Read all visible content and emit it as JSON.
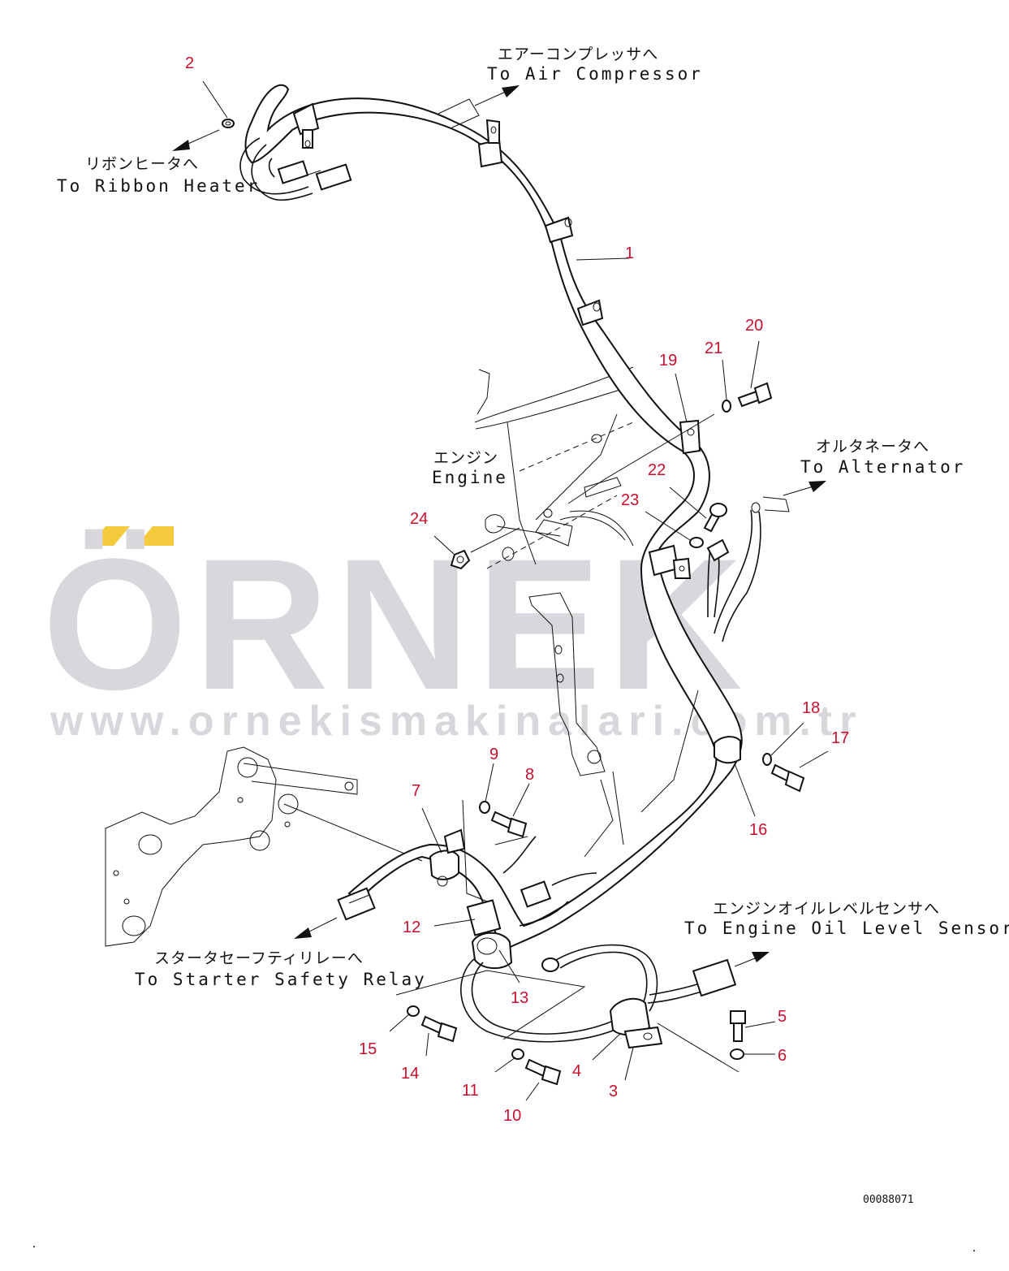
{
  "watermark": {
    "brand": "ÖRNEK",
    "url": "www.ornekismakinalari.com.tr",
    "accent_color": "#f3cb3c",
    "text_color": "#d9d6dc"
  },
  "destinations": {
    "air_compressor": {
      "jp": "エアーコンプレッサへ",
      "en": "To Air Compressor"
    },
    "ribbon_heater": {
      "jp": "リボンヒータへ",
      "en": "To Ribbon Heater"
    },
    "engine": {
      "jp": "エンジン",
      "en": "Engine"
    },
    "alternator": {
      "jp": "オルタネータへ",
      "en": "To Alternator"
    },
    "starter_safety_relay": {
      "jp": "スタータセーフティリレーへ",
      "en": "To Starter Safety Relay"
    },
    "oil_level_sensor": {
      "jp": "エンジンオイルレベルセンサへ",
      "en": "To Engine Oil Level Sensor"
    }
  },
  "callouts": [
    "1",
    "2",
    "3",
    "4",
    "5",
    "6",
    "7",
    "8",
    "9",
    "10",
    "11",
    "12",
    "13",
    "14",
    "15",
    "16",
    "17",
    "18",
    "19",
    "20",
    "21",
    "22",
    "23",
    "24"
  ],
  "callout_color": "#c8102e",
  "drawing_code": "00088071"
}
